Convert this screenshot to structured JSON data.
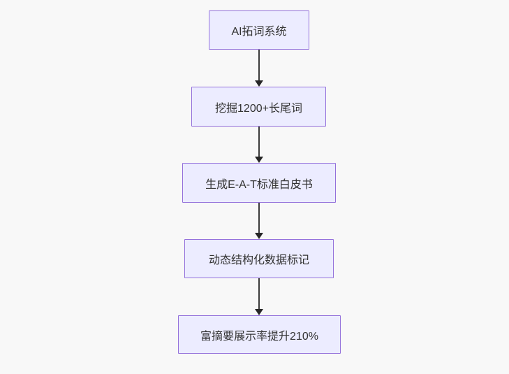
{
  "diagram": {
    "type": "flowchart",
    "direction": "top-down",
    "nodes": [
      {
        "id": "node-1",
        "label": "AI拓词系统"
      },
      {
        "id": "node-2",
        "label": "挖掘1200+长尾词"
      },
      {
        "id": "node-3",
        "label": "生成E-A-T标准白皮书"
      },
      {
        "id": "node-4",
        "label": "动态结构化数据标记"
      },
      {
        "id": "node-5",
        "label": "富摘要展示率提升210%"
      }
    ],
    "edges": [
      {
        "from": "AI拓词系统",
        "to": "挖掘1200+长尾词"
      },
      {
        "from": "挖掘1200+长尾词",
        "to": "生成E-A-T标准白皮书"
      },
      {
        "from": "生成E-A-T标准白皮书",
        "to": "动态结构化数据标记"
      },
      {
        "from": "动态结构化数据标记",
        "to": "富摘要展示率提升210%"
      }
    ],
    "colors": {
      "background": "#f8f8f8",
      "node_fill": "#ECECFF",
      "node_border": "#9370DB",
      "node_text": "#333333",
      "arrow": "#333333"
    }
  }
}
